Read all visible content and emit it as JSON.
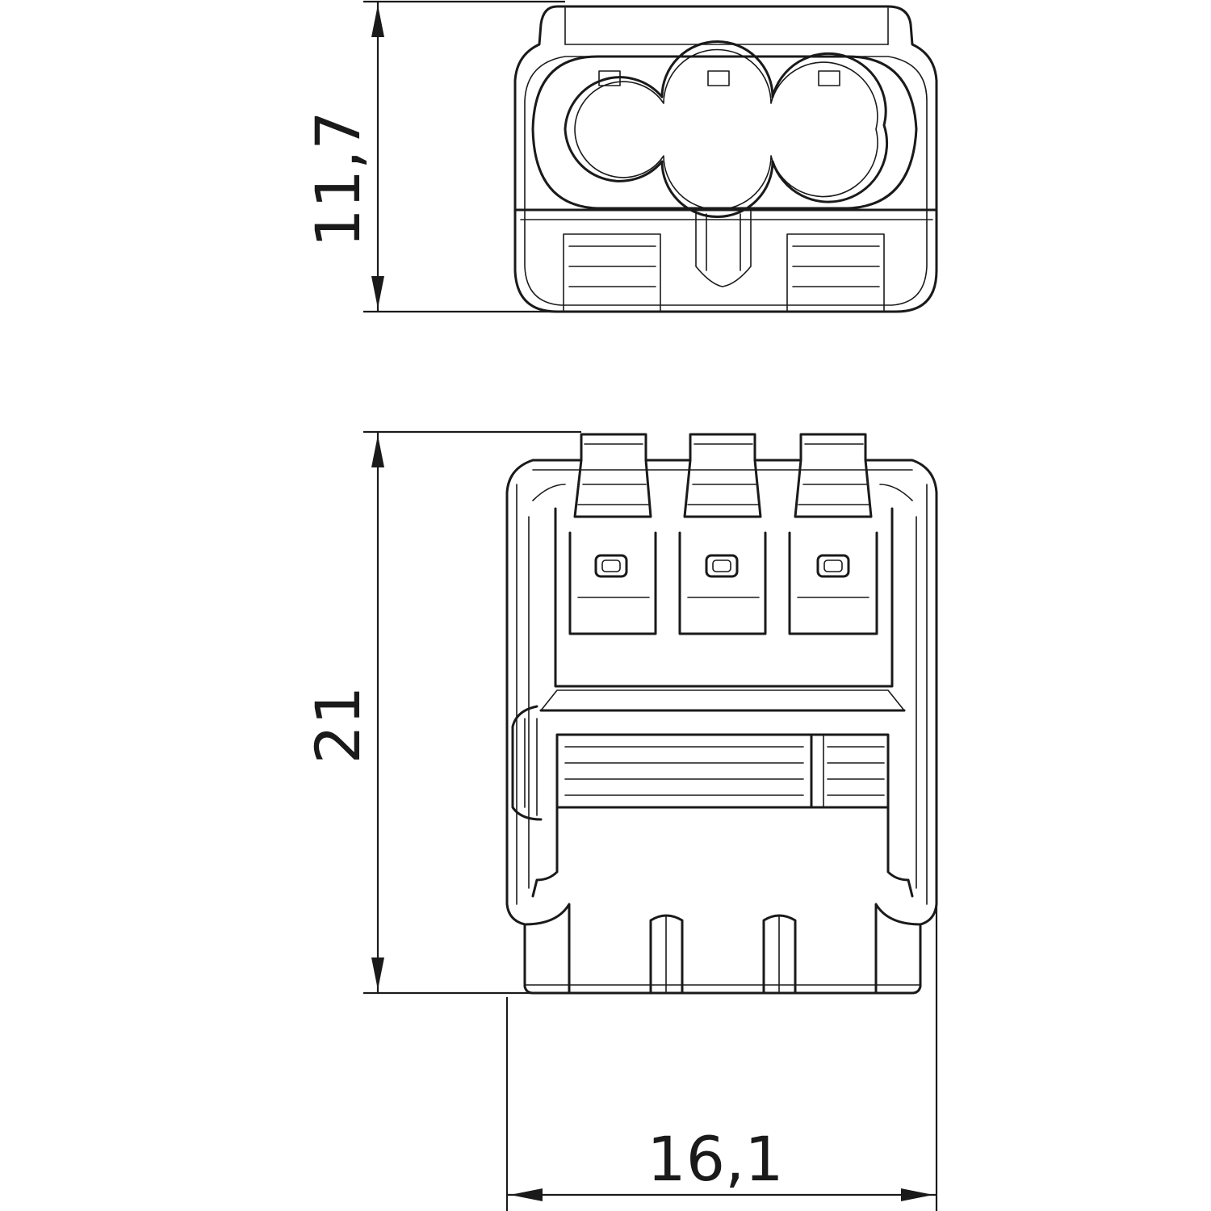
{
  "dimensions": {
    "top_view_height": "11,7",
    "front_view_height": "21",
    "width": "16,1"
  },
  "views": [
    {
      "name": "top-view",
      "entry_holes": 3
    },
    {
      "name": "front-view",
      "release_levers": 3
    }
  ],
  "colors": {
    "line": "#1a1a1a",
    "background": "#ffffff"
  }
}
